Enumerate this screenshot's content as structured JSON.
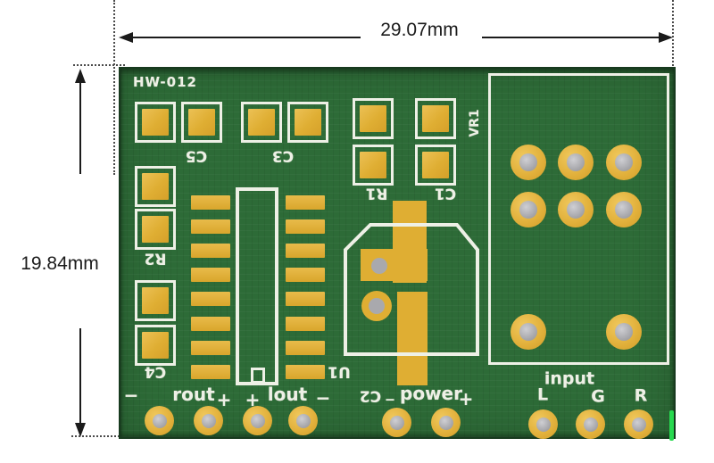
{
  "dimensions": {
    "horizontal_label": "29.07mm",
    "vertical_label": "19.84mm"
  },
  "board": {
    "part_number": "HW-012",
    "silkscreen_refs": {
      "c5": "C5",
      "c3": "C3",
      "r1": "R1",
      "c1": "C1",
      "r2": "R2",
      "c4": "C4",
      "u1": "U1",
      "c2": "C2",
      "vr1": "VR1"
    },
    "connector_labels": {
      "rout_minus": "−",
      "rout": "rout",
      "rout_plus": "+",
      "lout_plus": "+",
      "lout": "lout",
      "lout_minus": "−",
      "c2_tail": "_",
      "power": "power",
      "power_plus": "+",
      "input": "input",
      "input_l": "L",
      "input_g": "G",
      "input_r": "R"
    },
    "colors": {
      "pcb_green": "#2d6b37",
      "pad_gold": "#e2b13c",
      "silkscreen_white": "#eef0e6",
      "hole_gray": "#a9a9ad",
      "annotation_black": "#1b1b1b"
    }
  }
}
